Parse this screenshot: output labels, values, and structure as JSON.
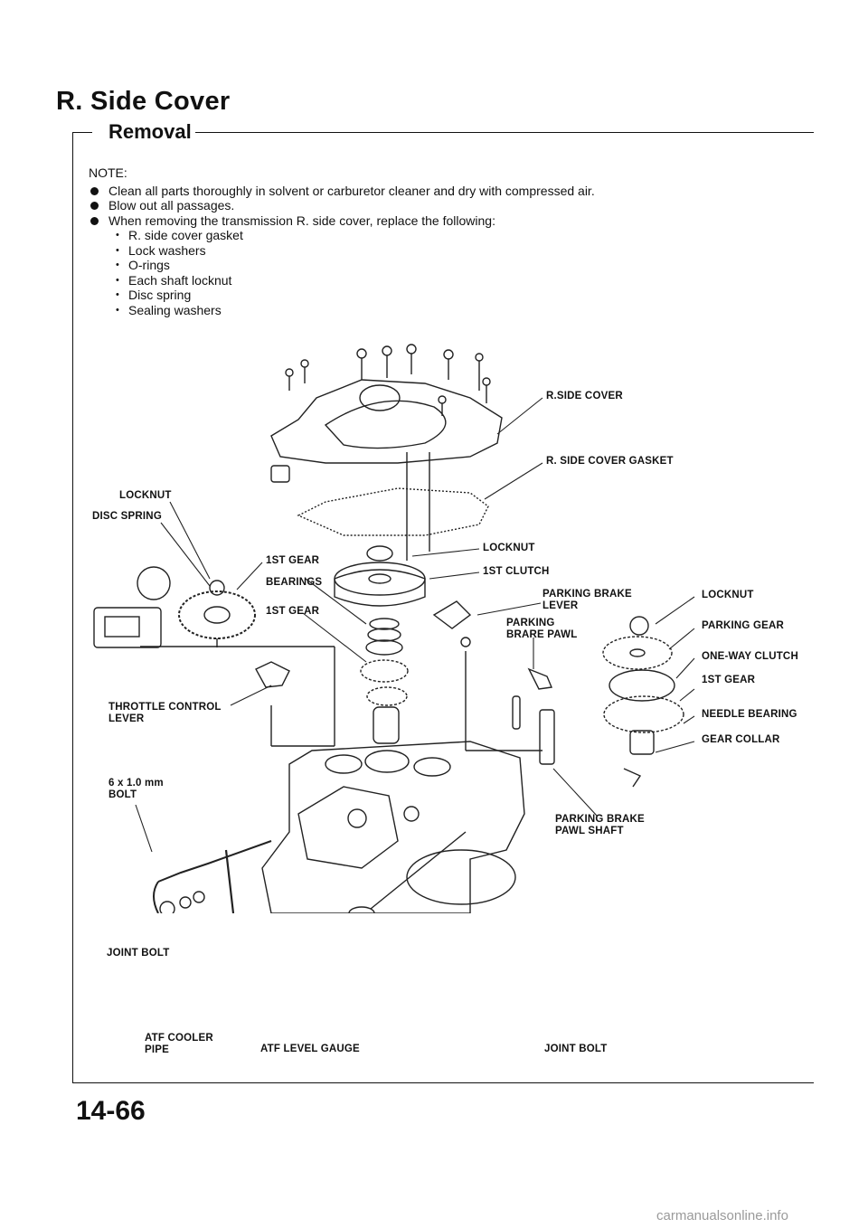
{
  "title": "R. Side Cover",
  "section": "Removal",
  "note": {
    "label": "NOTE:",
    "bullets": [
      "Clean all parts thoroughly in solvent or carburetor cleaner and dry with compressed air.",
      "Blow out all passages.",
      "When removing the transmission R. side cover, replace the following:"
    ],
    "replace_items": [
      "R. side cover gasket",
      "Lock washers",
      "O-rings",
      "Each shaft locknut",
      "Disc spring",
      "Sealing washers"
    ]
  },
  "labels": {
    "r_side_cover": "R.SIDE COVER",
    "r_side_cover_gasket": "R. SIDE COVER GASKET",
    "locknut_left": "LOCKNUT",
    "disc_spring": "DISC SPRING",
    "first_gear_top": "1ST GEAR",
    "bearings": "BEARINGS",
    "first_gear_mid": "1ST GEAR",
    "locknut_center": "LOCKNUT",
    "first_clutch": "1ST CLUTCH",
    "parking_brake_lever": [
      "PARKING BRAKE",
      "LEVER"
    ],
    "parking_brake_pawl": [
      "PARKING",
      "BRARE PAWL"
    ],
    "locknut_right": "LOCKNUT",
    "parking_gear": "PARKING GEAR",
    "one_way_clutch": "ONE-WAY CLUTCH",
    "first_gear_right": "1ST GEAR",
    "needle_bearing": "NEEDLE BEARING",
    "gear_collar": "GEAR COLLAR",
    "throttle_control_lever": [
      "THROTTLE CONTROL",
      "LEVER"
    ],
    "bolt_6x1": [
      "6 x 1.0 mm",
      "BOLT"
    ],
    "parking_brake_pawl_shaft": [
      "PARKING BRAKE",
      "PAWL SHAFT"
    ],
    "joint_bolt_left": "JOINT BOLT",
    "atf_cooler_pipe": [
      "ATF COOLER",
      "PIPE"
    ],
    "atf_level_gauge": "ATF LEVEL GAUGE",
    "joint_bolt_right": "JOINT BOLT"
  },
  "page_number": "14-66",
  "watermark": "carmanualsonline.info"
}
